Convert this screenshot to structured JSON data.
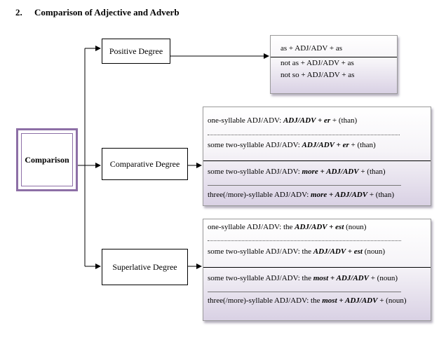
{
  "heading": {
    "number": "2.",
    "text": "Comparison of Adjective and Adverb"
  },
  "root": {
    "label": "Comparison"
  },
  "degrees": {
    "positive": "Positive Degree",
    "comparative": "Comparative Degree",
    "superlative": "Superlative Degree"
  },
  "positive_panel": {
    "line1": "as + ADJ/ADV + as",
    "line2": "not as + ADJ/ADV + as",
    "line3": "not so + ADJ/ADV + as"
  },
  "comparative_panel": {
    "r1": {
      "pre": "one-syllable ADJ/ADV: ",
      "bold": "ADJ/ADV + er",
      "post": " + (than)"
    },
    "r2": {
      "pre": "some two-syllable ADJ/ADV: ",
      "bold": "ADJ/ADV + er",
      "post": " + (than)"
    },
    "r3": {
      "pre": "some two-syllable ADJ/ADV: ",
      "bold": "more + ADJ/ADV",
      "post": " + (than)"
    },
    "r4": {
      "pre": "three(/more)-syllable ADJ/ADV: ",
      "bold": "more + ADJ/ADV",
      "post": " + (than)"
    }
  },
  "superlative_panel": {
    "r1": {
      "pre": "one-syllable ADJ/ADV: the ",
      "bold": "ADJ/ADV + est",
      "post": " (noun)"
    },
    "r2": {
      "pre": "some two-syllable ADJ/ADV: the ",
      "bold": "ADJ/ADV + est",
      "post": " (noun)"
    },
    "r3": {
      "pre": "some two-syllable ADJ/ADV: the ",
      "bold": "most + ADJ/ADV",
      "post": " + (noun)"
    },
    "r4": {
      "pre": "three(/more)-syllable ADJ/ADV: the ",
      "bold": "most + ADJ/ADV",
      "post": " + (noun)"
    }
  }
}
